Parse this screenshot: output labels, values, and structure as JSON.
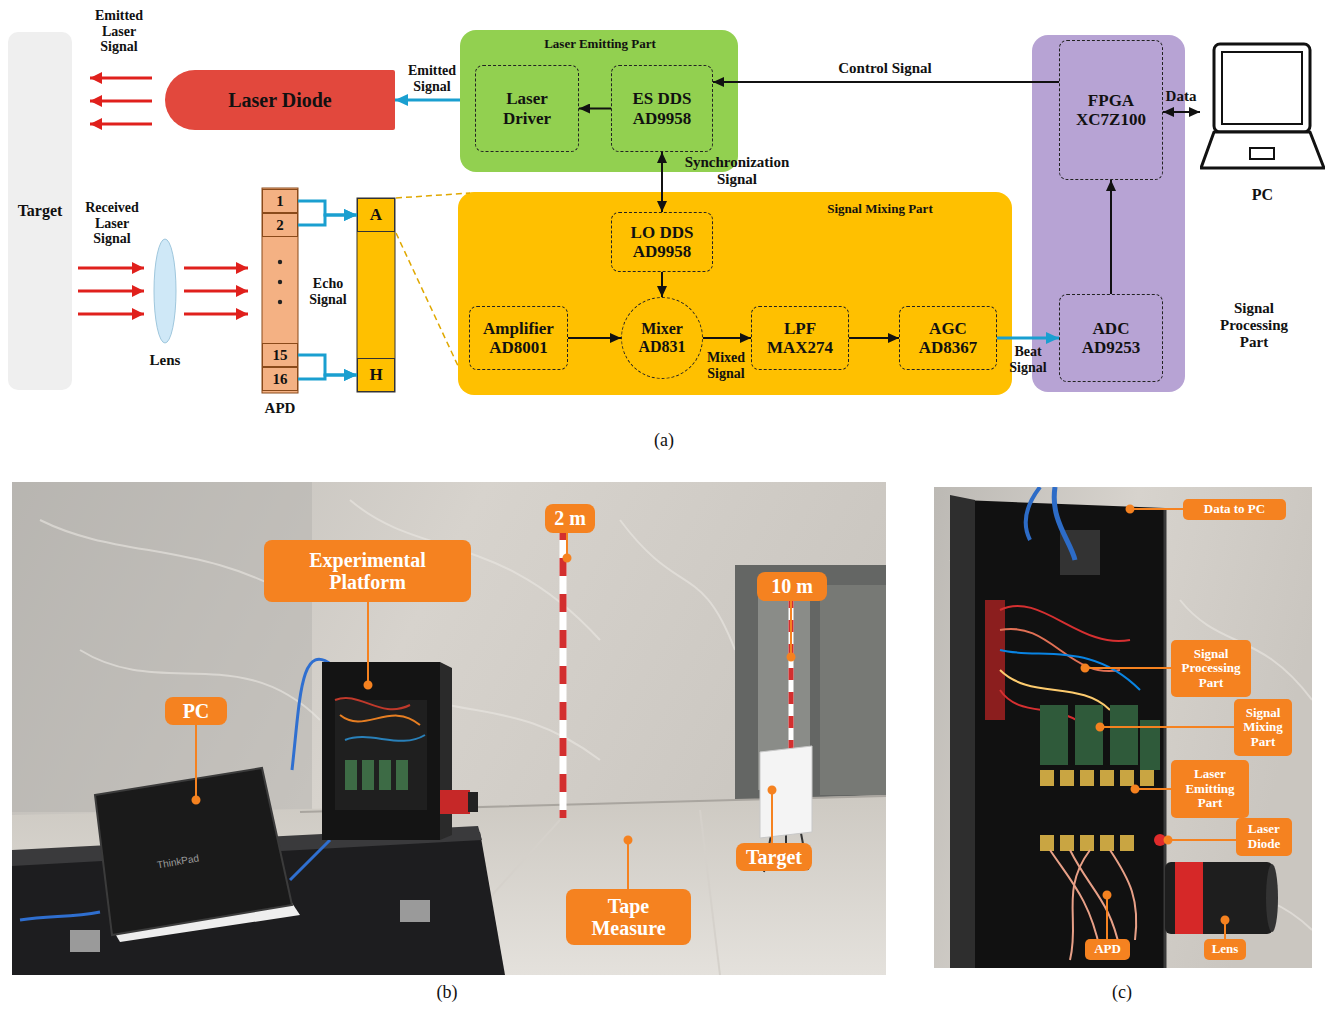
{
  "diagram": {
    "nodes": [
      {
        "text": [
          "Target"
        ]
      },
      {
        "text": [
          "Laser Diode"
        ]
      },
      {
        "text": [
          "Laser Emitting Part"
        ]
      },
      {
        "text": [
          "Laser Driver"
        ],
        "in": 2
      },
      {
        "text": [
          "ES DDS AD9958"
        ],
        "in": 2
      },
      {
        "text": [
          "Signal Processing Part"
        ]
      },
      {
        "text": [
          "FPGA XC7Z100"
        ],
        "in": 5
      },
      {
        "text": [
          "ADC AD9253"
        ],
        "in": 5
      },
      {
        "text": [
          "PC"
        ]
      },
      {
        "text": [
          "Signal Mixing Part"
        ]
      },
      {
        "text": [
          "LO DDS AD9958"
        ],
        "in": 9
      },
      {
        "text": [
          "Amplifier AD8001"
        ],
        "in": 9
      },
      {
        "text": [
          "Mixer AD831"
        ],
        "in": 9
      },
      {
        "text": [
          "LPF MAX274"
        ],
        "in": 9
      },
      {
        "text": [
          "AGC AD8367"
        ],
        "in": 9
      },
      {
        "text": [
          "APD"
        ]
      },
      {
        "text": [
          "1"
        ],
        "in": 15
      },
      {
        "text": [
          "2"
        ],
        "in": 15
      },
      {
        "text": [
          "15"
        ],
        "in": 15
      },
      {
        "text": [
          "16"
        ],
        "in": 15
      },
      {
        "text": [
          "A"
        ]
      },
      {
        "text": [
          "H"
        ]
      },
      {
        "text": [
          "2 m"
        ]
      },
      {
        "text": [
          "Experimental Platform"
        ]
      },
      {
        "text": [
          "10 m"
        ]
      },
      {
        "text": [
          "PC"
        ]
      },
      {
        "text": [
          "Target"
        ]
      },
      {
        "text": [
          "Tape Measure"
        ]
      },
      {
        "text": [
          "Data to PC"
        ]
      },
      {
        "text": [
          "Signal Processing Part"
        ]
      },
      {
        "text": [
          "Signal Mixing Part"
        ]
      },
      {
        "text": [
          "Laser Emitting Part"
        ]
      },
      {
        "text": [
          "Laser Diode"
        ]
      },
      {
        "text": [
          "APD"
        ]
      },
      {
        "text": [
          "Lens"
        ]
      }
    ],
    "edges": [
      {
        "from": 2,
        "to": 1,
        "arrow": "to",
        "label": "Emitted Signal"
      },
      {
        "from": 4,
        "to": 3,
        "arrow": "to"
      },
      {
        "from": 6,
        "to": 4,
        "arrow": "to",
        "label": "Control Signal"
      },
      {
        "from": 4,
        "to": 10,
        "arrow": "both",
        "label": "Synchronization Signal"
      },
      {
        "from": 6,
        "to": 8,
        "arrow": "both",
        "label": "Data"
      },
      {
        "from": 10,
        "to": 12,
        "arrow": "to"
      },
      {
        "from": 11,
        "to": 12,
        "arrow": "to"
      },
      {
        "from": 12,
        "to": 13,
        "arrow": "to",
        "label": "Mixed Signal"
      },
      {
        "from": 13,
        "to": 14,
        "arrow": "to"
      },
      {
        "from": 14,
        "to": 7,
        "arrow": "to",
        "label": "Beat Signal"
      },
      {
        "from": 7,
        "to": 6,
        "arrow": "to"
      },
      {
        "from": 16,
        "to": 20,
        "arrow": "to"
      },
      {
        "from": 17,
        "to": 20,
        "arrow": "to"
      },
      {
        "from": 18,
        "to": 21,
        "arrow": "to"
      },
      {
        "from": 19,
        "to": 21,
        "arrow": "to"
      }
    ],
    "labels": [
      "Emitted Laser Signal",
      "Received Laser Signal",
      "Lens",
      "Echo Signal",
      "(a)",
      "ThinkPad",
      "(b)",
      "(c)"
    ]
  }
}
